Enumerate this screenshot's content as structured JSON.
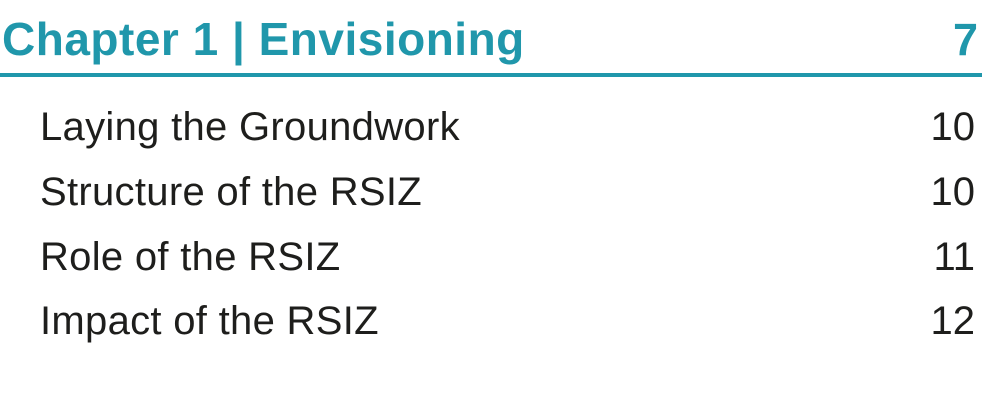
{
  "page": {
    "background": "#ffffff",
    "accent_color": "#2097AB",
    "text_color": "#1e1e1c"
  },
  "toc": {
    "chapter": {
      "title": "Chapter 1 | Envisioning",
      "page": "7"
    },
    "entries": [
      {
        "label": "Laying the Groundwork",
        "page": "10"
      },
      {
        "label": "Structure of the RSIZ",
        "page": "10"
      },
      {
        "label": "Role of the RSIZ",
        "page": "11"
      },
      {
        "label": "Impact of the RSIZ",
        "page": "12"
      }
    ]
  }
}
